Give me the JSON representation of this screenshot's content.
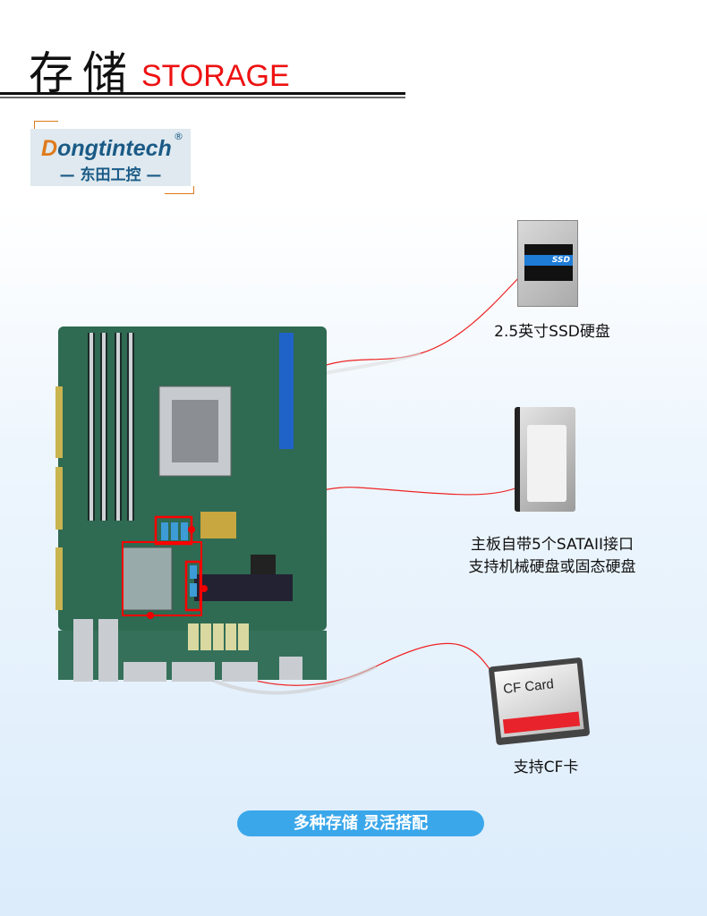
{
  "header": {
    "title_cn": "存储",
    "title_en": "STORAGE"
  },
  "logo": {
    "brand_first": "D",
    "brand_rest": "ongtintech",
    "registered": "®",
    "subtitle": "— 东田工控 —"
  },
  "devices": {
    "ssd": {
      "label": "2.5英寸SSD硬盘",
      "badge": "SSD"
    },
    "hdd": {
      "label_line1": "主板自带5个SATAII接口",
      "label_line2": "支持机械硬盘或固态硬盘"
    },
    "cf": {
      "card_text": "CF Card",
      "label": "支持CF卡"
    }
  },
  "footer": {
    "pill": "多种存储 灵活搭配"
  },
  "colors": {
    "accent_red": "#ee1111",
    "pill_blue": "#3aa7ea",
    "brand_blue": "#1a5a86",
    "brand_orange": "#e07a1a",
    "board_green": "#2f6a52"
  }
}
